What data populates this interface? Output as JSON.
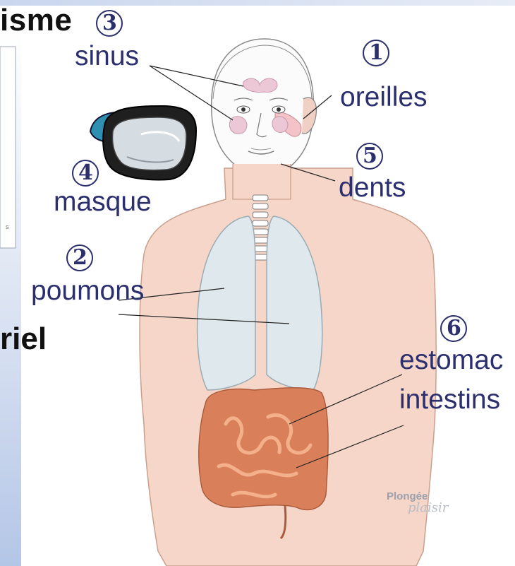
{
  "headings": {
    "top": "isme",
    "middle": "riel"
  },
  "labels": [
    {
      "id": "sinus",
      "number": "3",
      "text": "sinus"
    },
    {
      "id": "oreilles",
      "number": "1",
      "text": "oreilles"
    },
    {
      "id": "masque",
      "number": "4",
      "text": "masque"
    },
    {
      "id": "dents",
      "number": "5",
      "text": "dents"
    },
    {
      "id": "poumons",
      "number": "2",
      "text": "poumons"
    },
    {
      "id": "estomac",
      "number": "6",
      "text": "estomac"
    },
    {
      "id": "intestins",
      "number": "",
      "text": "intestins"
    }
  ],
  "side_panel_fragment": "s",
  "watermark": {
    "line1": "Plongée",
    "line2": "plaisir"
  },
  "colors": {
    "label_text": "#2b2f6e",
    "skin": "#f6d6c8",
    "skin_outline": "#c9a08e",
    "lungs": "#dfe8ec",
    "intestines": "#d9805a",
    "sinus": "#e9c6d4",
    "left_panel": "#c6d3ec"
  }
}
